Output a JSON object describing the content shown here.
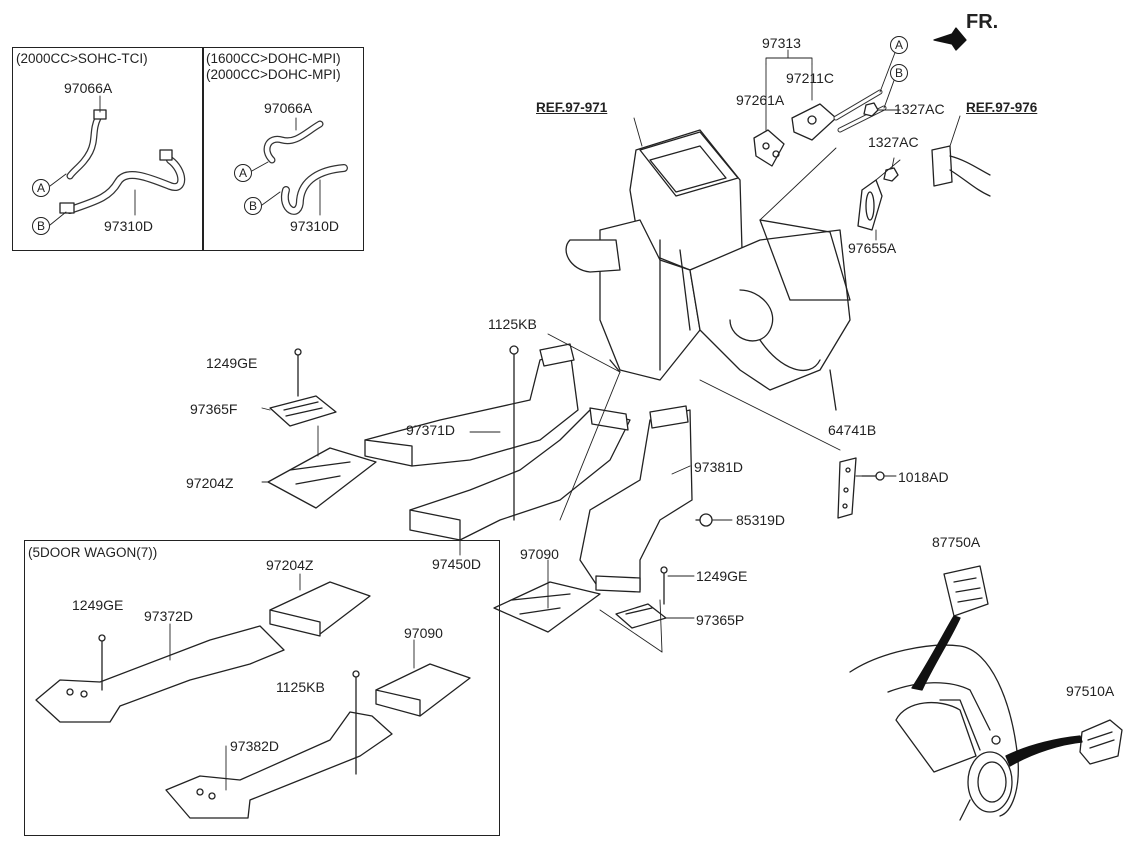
{
  "fr_label": "FR.",
  "hose_box": {
    "left_condition": "(2000CC>SOHC-TCI)",
    "right_condition_1": "(1600CC>DOHC-MPI)",
    "right_condition_2": "(2000CC>DOHC-MPI)",
    "left_upper_part": "97066A",
    "left_lower_part": "97310D",
    "right_upper_part": "97066A",
    "right_lower_part": "97310D"
  },
  "markers": {
    "a": "A",
    "b": "B"
  },
  "parts": {
    "p97313": "97313",
    "p97211C": "97211C",
    "p97261A": "97261A",
    "p1327AC_top": "1327AC",
    "p1327AC_mid": "1327AC",
    "ref971": "REF.97-971",
    "ref976": "REF.97-976",
    "p97655A": "97655A",
    "p1125KB": "1125KB",
    "p1249GE_upper": "1249GE",
    "p97365F": "97365F",
    "p97371D": "97371D",
    "p97204Z": "97204Z",
    "p97450D": "97450D",
    "p97381D": "97381D",
    "p64741B": "64741B",
    "p1018AD": "1018AD",
    "p85319D": "85319D",
    "p97090": "97090",
    "p1249GE_lower": "1249GE",
    "p97365P": "97365P",
    "p87750A": "87750A",
    "p97510A": "97510A"
  },
  "wagon_box": {
    "condition": "(5DOOR WAGON(7))",
    "p97204Z": "97204Z",
    "p1249GE": "1249GE",
    "p97372D": "97372D",
    "p97090": "97090",
    "p1125KB": "1125KB",
    "p97382D": "97382D"
  }
}
